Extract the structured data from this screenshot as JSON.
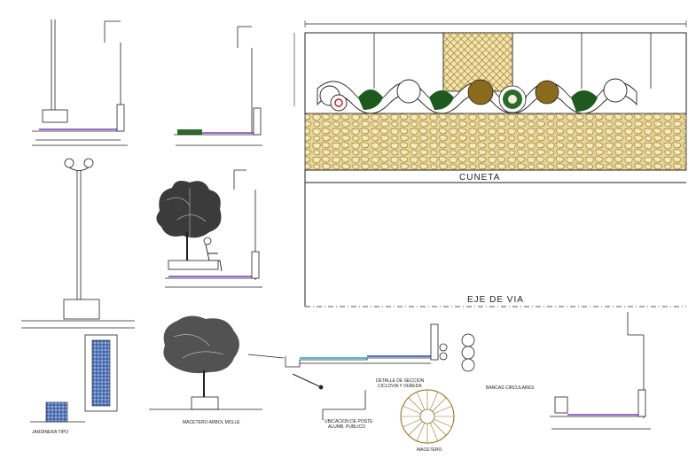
{
  "labels": {
    "cuneta": "CUNETA",
    "eje_de_via": "EJE DE VIA",
    "jardinera_tipo": "JARDINERA TIPO",
    "macetero_arbol_molle": "MACETERO ARBOL MOLLE",
    "ubicacion_poste_line1": "UBICACION DE POSTE",
    "ubicacion_poste_line2": "ALUMB. PUBLICO",
    "detalle_seccion_line1": "DETALLE DE SECCION",
    "detalle_seccion_line2": "CICLOVIA Y VEREDA",
    "bancas_circulares": "BANCAS CIRCULARES",
    "macetero": "MACETERO"
  },
  "colors": {
    "line": "#222222",
    "paving_fill": "#d9c98a",
    "paving_stroke": "#9a7a2a",
    "hedge": "#1e5a1e",
    "planter_blue": "#2a4f9a",
    "tree_brown": "#8a6a1c",
    "path_blue": "#1f3fbf",
    "path_purple": "#7a3fbf",
    "cyan": "#1aa0c8",
    "red": "#cc1111"
  }
}
